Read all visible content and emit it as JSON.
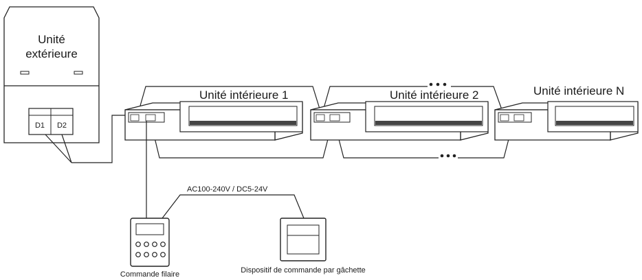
{
  "outdoor_unit": {
    "label_line1": "Unité",
    "label_line2": "extérieure",
    "terminal_d1": "D1",
    "terminal_d2": "D2"
  },
  "indoor_units": [
    {
      "label": "Unité intérieure 1"
    },
    {
      "label": "Unité intérieure 2"
    },
    {
      "label": "Unité intérieure N"
    }
  ],
  "power_label": "AC100-240V / DC5-24V",
  "wired_controller": {
    "label": "Commande filaire"
  },
  "trigger_device": {
    "label": "Dispositif de commande par gâchette"
  }
}
